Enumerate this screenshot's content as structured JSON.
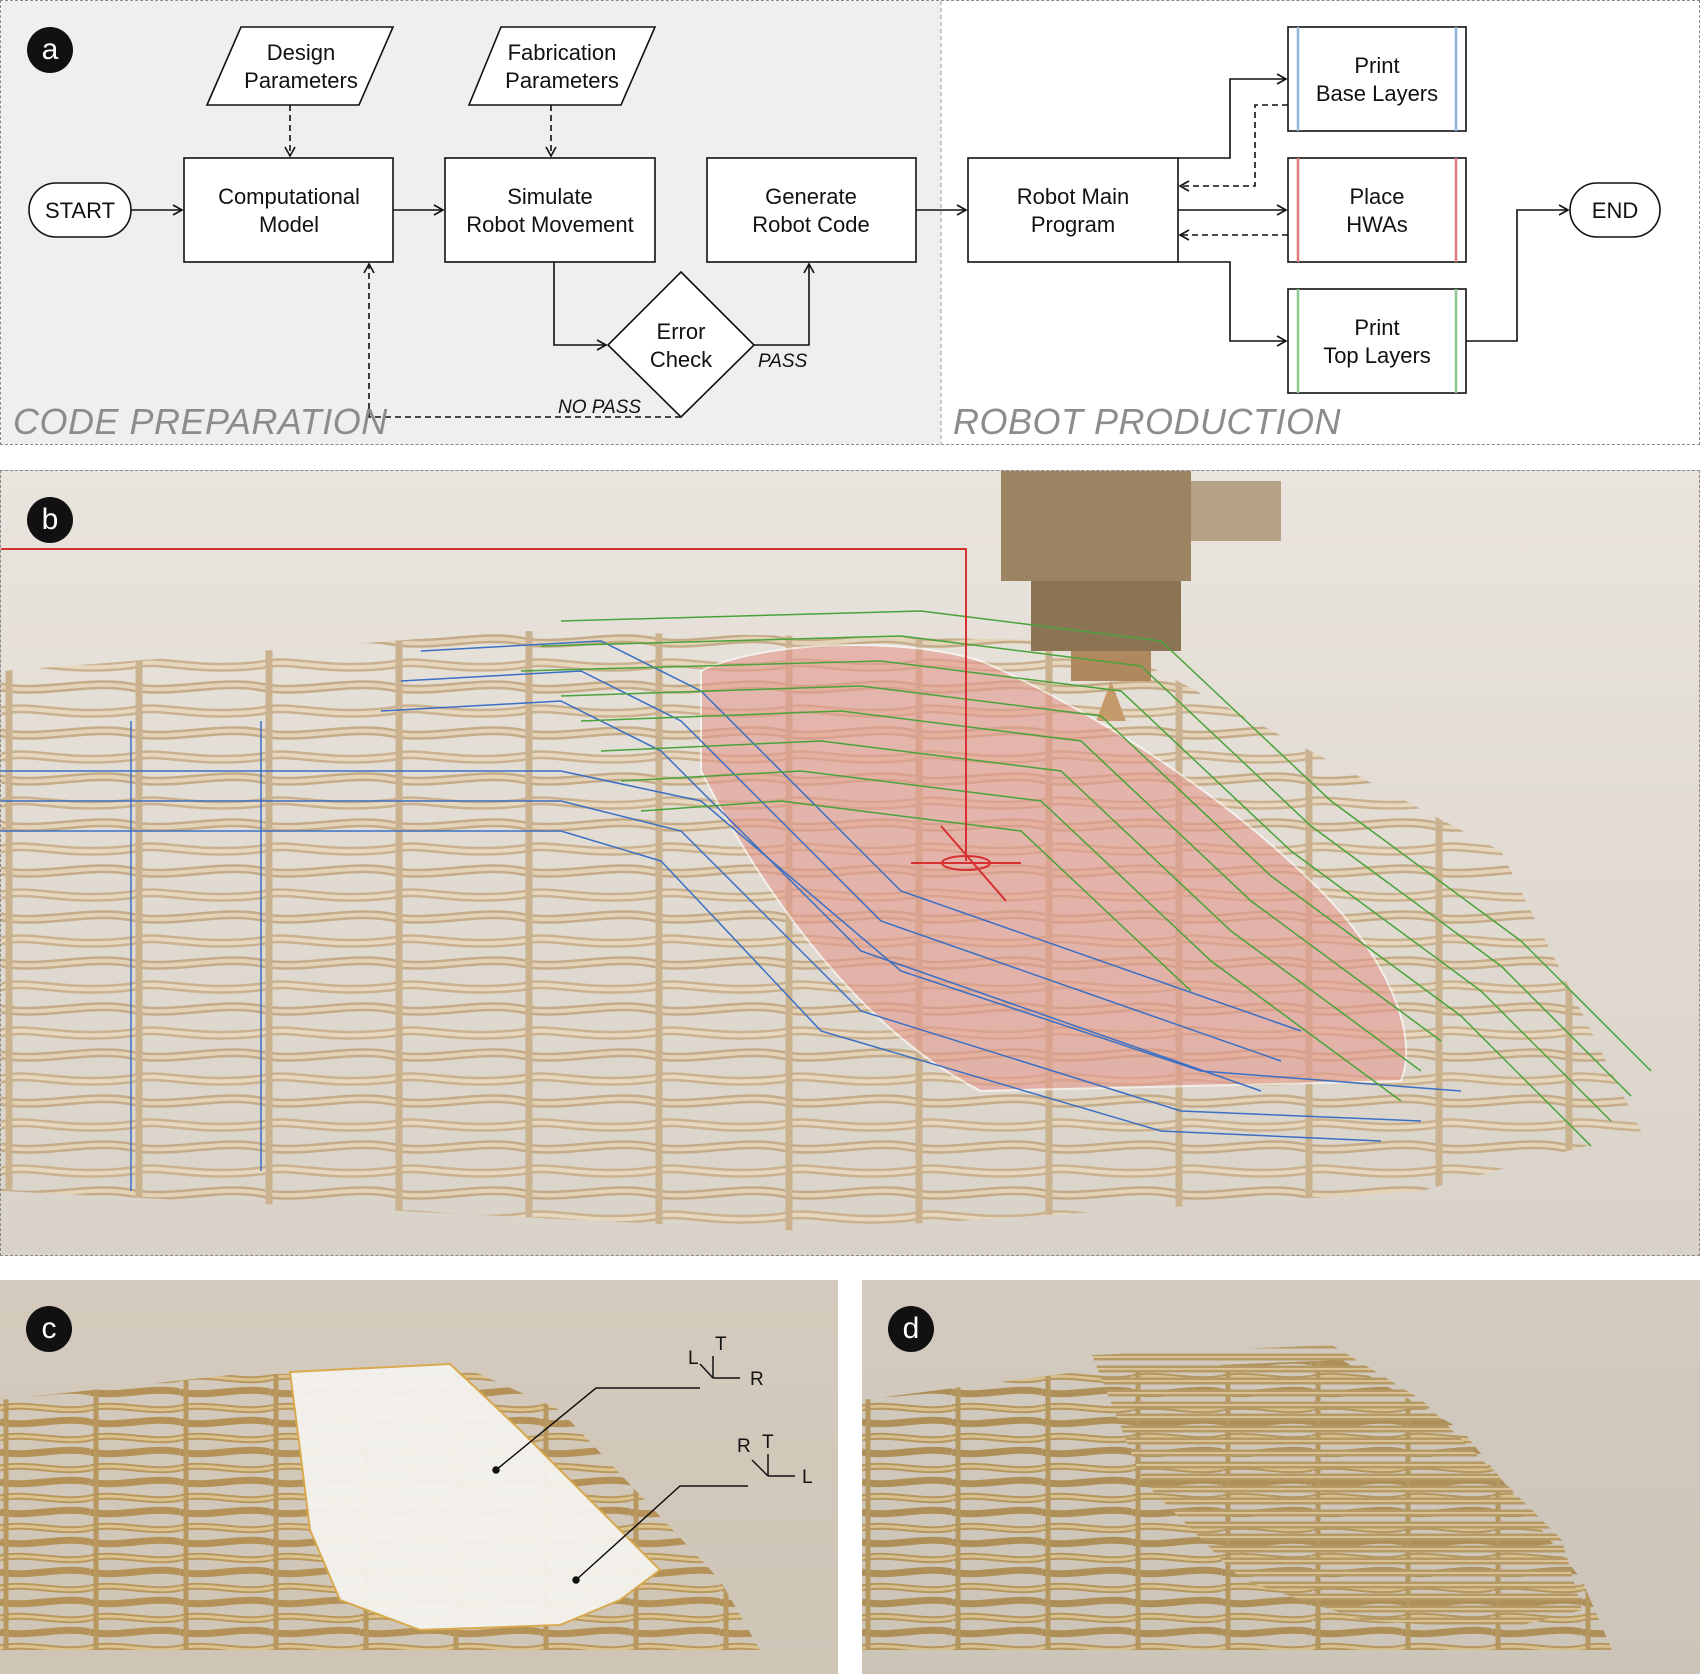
{
  "panels": {
    "a": {
      "badge": "a",
      "sections": {
        "left": "CODE PREPARATION",
        "right": "ROBOT PRODUCTION"
      },
      "nodes": {
        "start": "START",
        "design_params": [
          "Design",
          "Parameters"
        ],
        "fabrication_params": [
          "Fabrication",
          "Parameters"
        ],
        "computational_model": [
          "Computational",
          "Model"
        ],
        "simulate": [
          "Simulate",
          "Robot Movement"
        ],
        "generate": [
          "Generate",
          "Robot Code"
        ],
        "error_check": [
          "Error",
          "Check"
        ],
        "robot_main": [
          "Robot Main",
          "Program"
        ],
        "print_base": [
          "Print",
          "Base Layers"
        ],
        "place_hwas": [
          "Place",
          "HWAs"
        ],
        "print_top": [
          "Print",
          "Top Layers"
        ],
        "end": "END"
      },
      "edge_labels": {
        "pass": "PASS",
        "no_pass": "NO PASS"
      },
      "colors": {
        "base": "#8fb3d9",
        "hwa": "#e07a7a",
        "top": "#8cc98c",
        "code_prep_bg": "#efefef"
      }
    },
    "b": {
      "badge": "b",
      "colors": {
        "base_path": "#3b6fc4",
        "top_path": "#4aa33a",
        "hwa_fill": "#e59a90",
        "frame": "#d63030"
      }
    },
    "c": {
      "badge": "c",
      "axis_upper": {
        "t": "T",
        "l": "L",
        "r": "R"
      },
      "axis_lower": {
        "t": "T",
        "r": "R",
        "l": "L"
      }
    },
    "d": {
      "badge": "d"
    }
  }
}
